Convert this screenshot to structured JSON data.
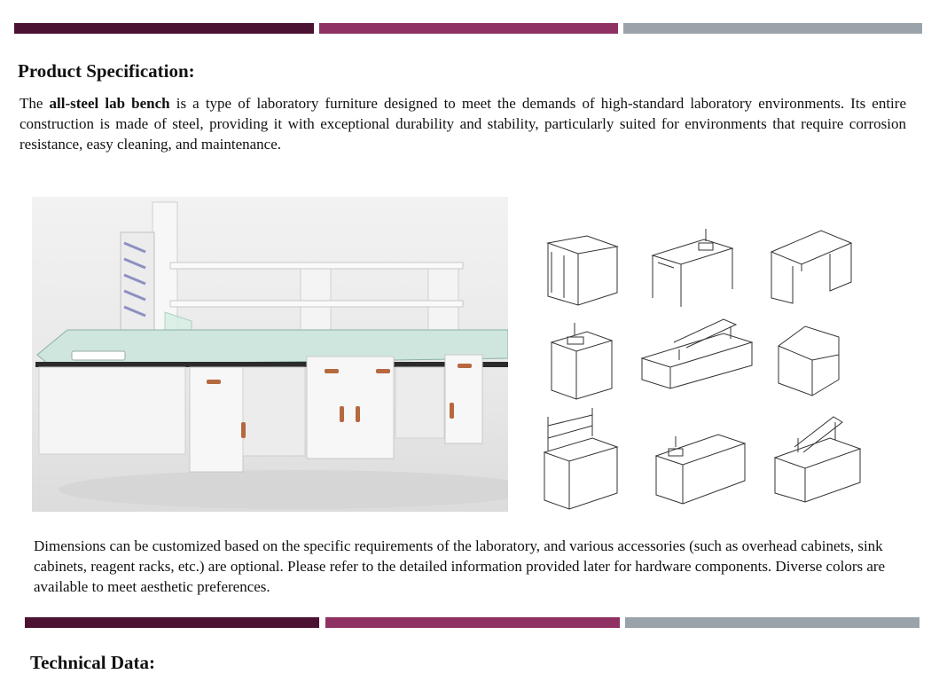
{
  "divider_colors": [
    "#4c1233",
    "#8f3263",
    "#9aa3aa"
  ],
  "product_spec": {
    "heading": "Product Specification:",
    "intro_prefix": "The ",
    "intro_bold": "all-steel lab bench",
    "intro_rest": " is a type of laboratory furniture designed to meet the demands of high-standard laboratory environments. Its entire construction is made of steel, providing it with exceptional durability and stability, particularly suited for environments that require corrosion resistance, easy cleaning, and maintenance."
  },
  "images": {
    "main_photo_icon": "lab-bench-photo",
    "sketch_icons": [
      "single-cabinet-sketch",
      "sink-desk-sketch",
      "desk-sketch",
      "sink-cabinet-sketch",
      "island-bench-sketch",
      "corner-cabinet-sketch",
      "shelf-bench-sketch",
      "sink-bench-sketch",
      "reagent-shelf-bench-sketch"
    ]
  },
  "customization_note": "Dimensions can be customized based on the specific requirements of the laboratory, and various accessories (such as overhead cabinets, sink cabinets, reagent racks, etc.) are optional. Please refer to the detailed information provided later for hardware components. Diverse colors are available to meet aesthetic preferences.",
  "technical": {
    "heading": "Technical Data:"
  }
}
